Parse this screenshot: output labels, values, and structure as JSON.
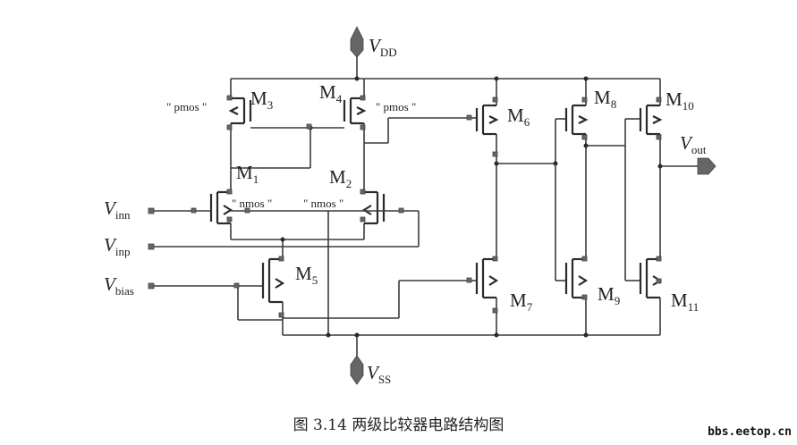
{
  "supply": {
    "vdd": {
      "main": "V",
      "sub": "DD"
    },
    "vss": {
      "main": "V",
      "sub": "SS"
    }
  },
  "inputs": {
    "vinn": {
      "main": "V",
      "sub": "inn"
    },
    "vinp": {
      "main": "V",
      "sub": "inp"
    },
    "vbias": {
      "main": "V",
      "sub": "bias"
    }
  },
  "output": {
    "main": "V",
    "sub": "out"
  },
  "transistors": {
    "m1": {
      "main": "M",
      "sub": "1"
    },
    "m2": {
      "main": "M",
      "sub": "2"
    },
    "m3": {
      "main": "M",
      "sub": "3"
    },
    "m4": {
      "main": "M",
      "sub": "4"
    },
    "m5": {
      "main": "M",
      "sub": "5"
    },
    "m6": {
      "main": "M",
      "sub": "6"
    },
    "m7": {
      "main": "M",
      "sub": "7"
    },
    "m8": {
      "main": "M",
      "sub": "8"
    },
    "m9": {
      "main": "M",
      "sub": "9"
    },
    "m10": {
      "main": "M",
      "sub": "10"
    },
    "m11": {
      "main": "M",
      "sub": "11"
    }
  },
  "type_labels": {
    "pmos_left": "\" pmos \"",
    "pmos_right": "\" pmos \"",
    "nmos_left": "\" nmos \"",
    "nmos_right": "\" nmos \""
  },
  "caption": "图 3.14  两级比较器电路结构图",
  "watermark": "bbs.eetop.cn"
}
